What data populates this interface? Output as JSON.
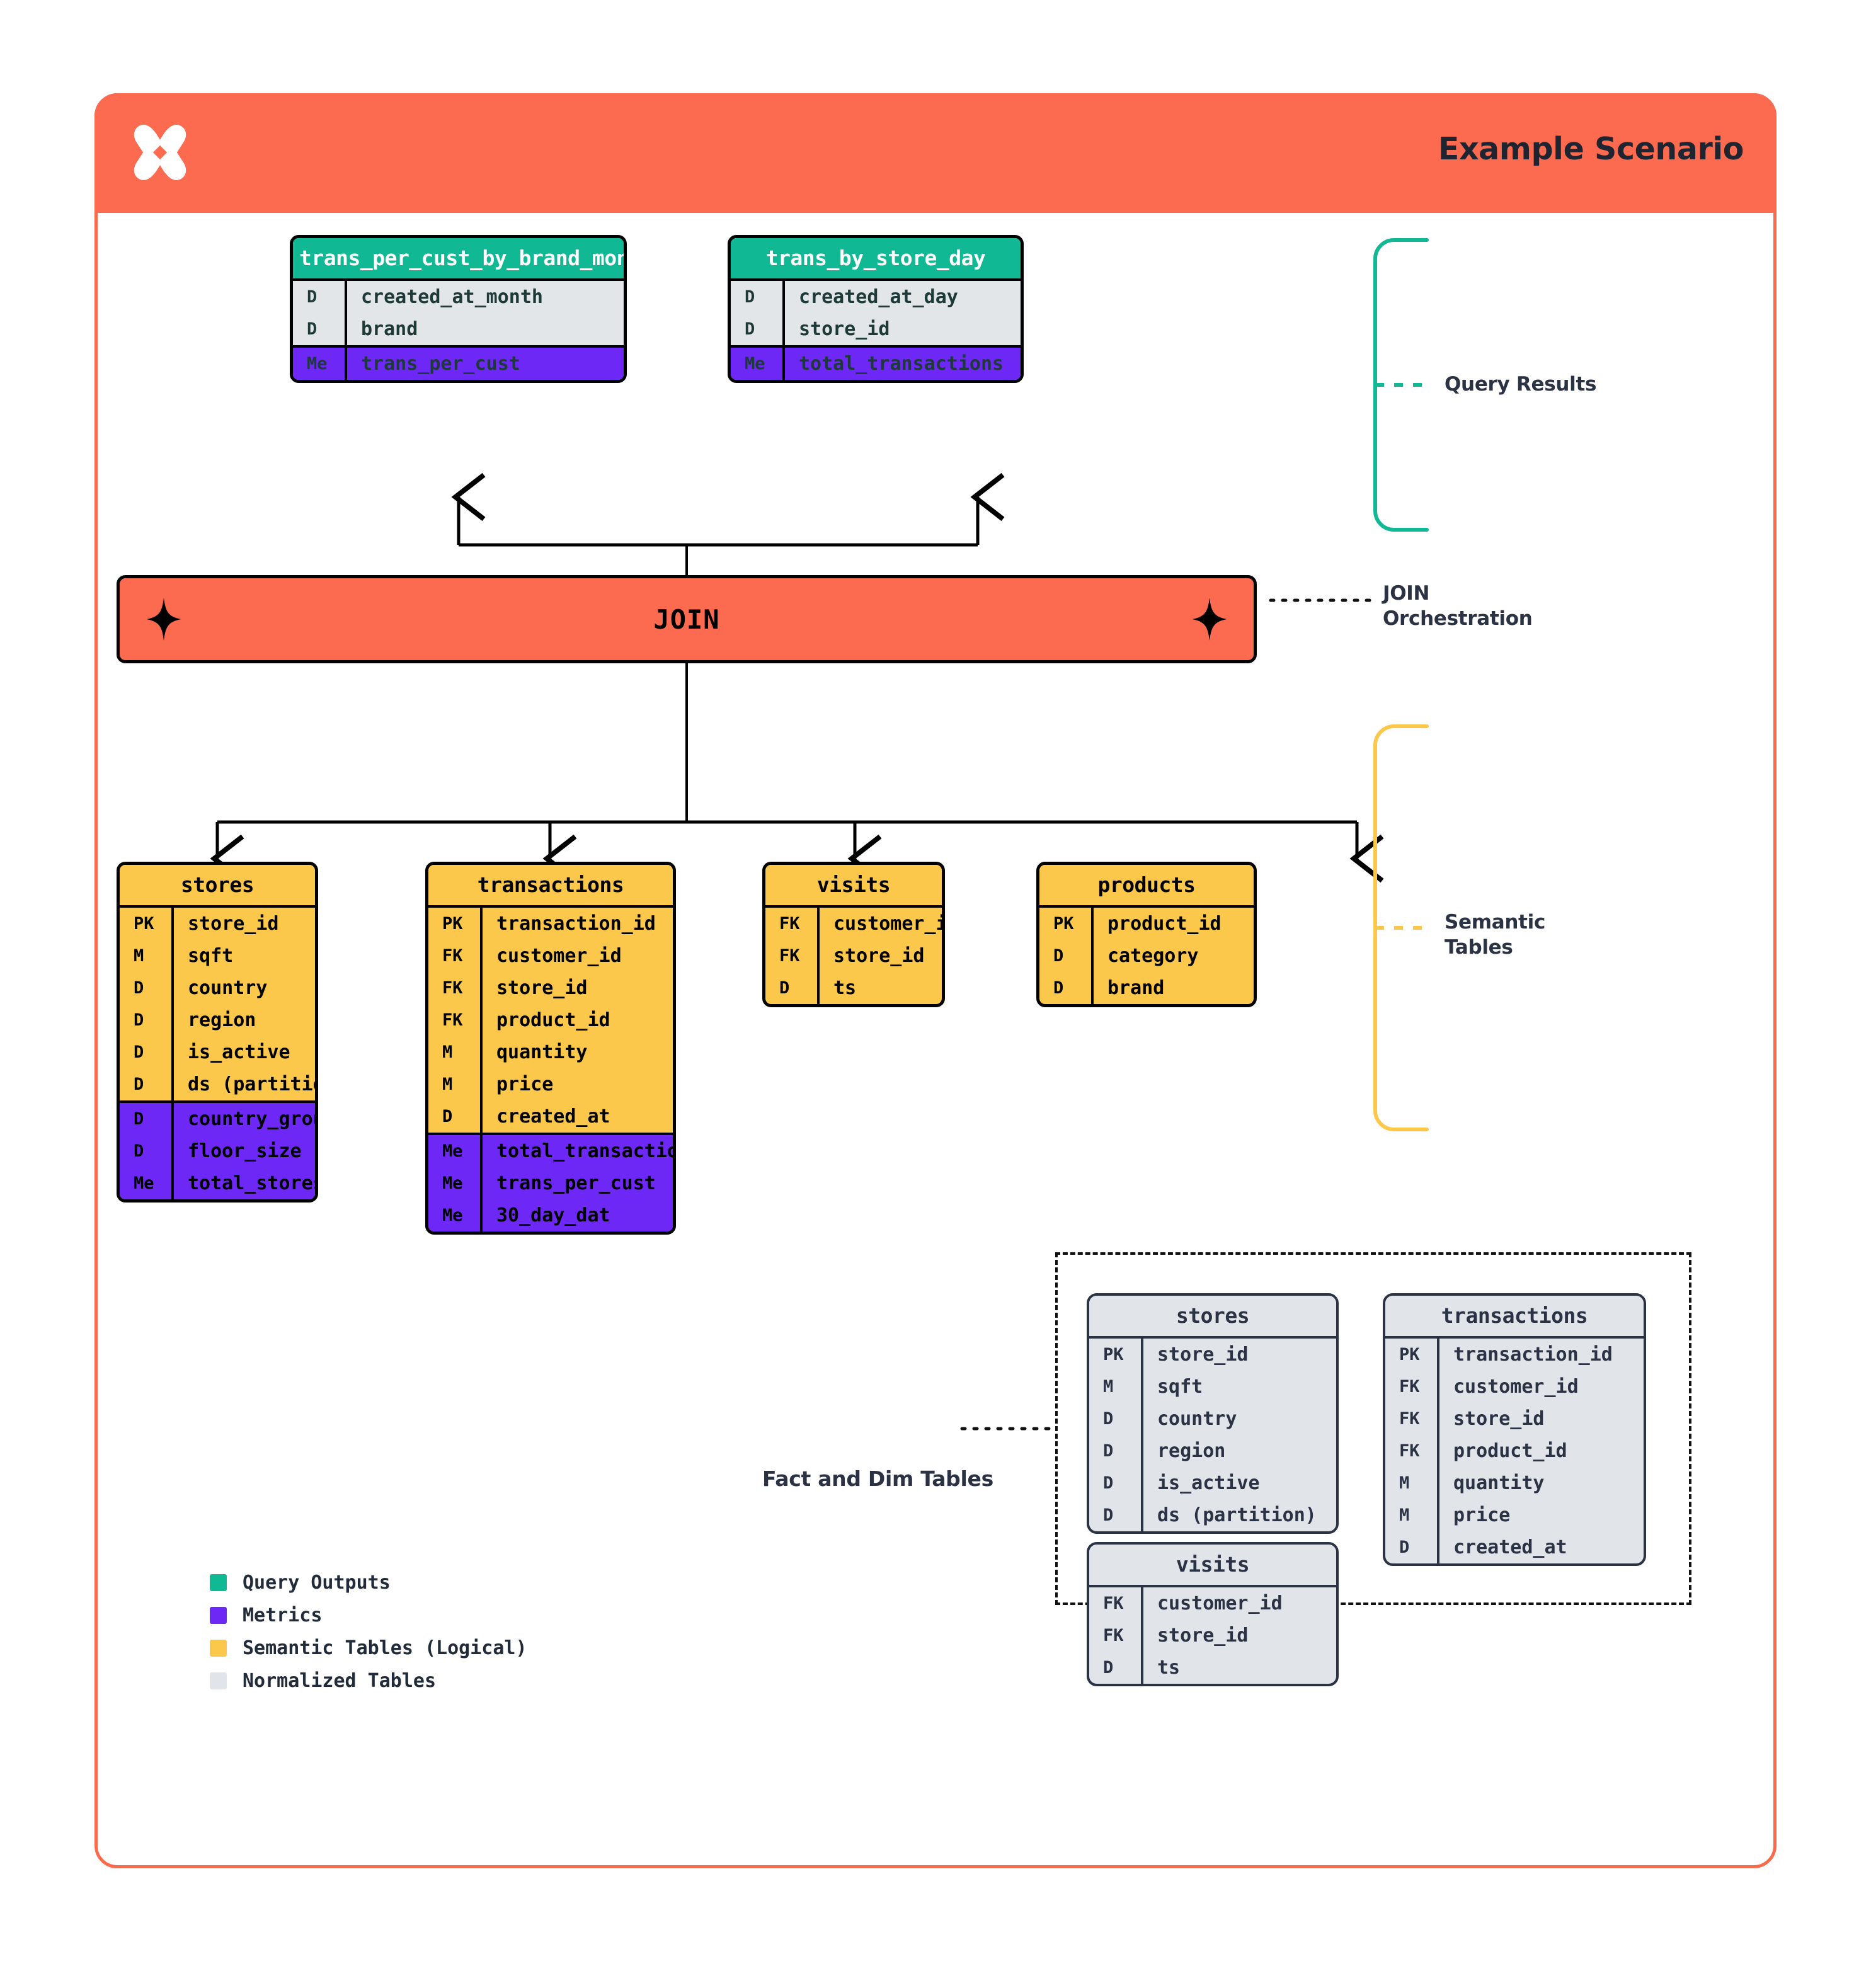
{
  "header": {
    "title": "Example Scenario",
    "logo_icon": "x-star-logo-icon",
    "bg_color": "#FC6A4F"
  },
  "colors": {
    "query_output": "#10B894",
    "metric": "#6D28F5",
    "semantic": "#FBC84B",
    "normalized": "#E1E5EA",
    "accent": "#FC6A4F",
    "ink": "#2B3244"
  },
  "query_results": {
    "bracket_label": "Query Results",
    "tables": [
      {
        "name": "trans_per_cust_by_brand_month",
        "columns": [
          {
            "key": "D",
            "name": "created_at_month"
          },
          {
            "key": "D",
            "name": "brand"
          }
        ],
        "metrics": [
          {
            "key": "Me",
            "name": "trans_per_cust"
          }
        ]
      },
      {
        "name": "trans_by_store_day",
        "columns": [
          {
            "key": "D",
            "name": "created_at_day"
          },
          {
            "key": "D",
            "name": "store_id"
          }
        ],
        "metrics": [
          {
            "key": "Me",
            "name": "total_transactions"
          }
        ]
      }
    ]
  },
  "join": {
    "label": "JOIN",
    "side_label_line1": "JOIN",
    "side_label_line2": "Orchestration",
    "sparkle_icon": "sparkle-icon"
  },
  "semantic_layer": {
    "bracket_label_line1": "Semantic",
    "bracket_label_line2": "Tables",
    "tables": [
      {
        "name": "stores",
        "columns": [
          {
            "key": "PK",
            "name": "store_id"
          },
          {
            "key": "M",
            "name": "sqft"
          },
          {
            "key": "D",
            "name": "country"
          },
          {
            "key": "D",
            "name": "region"
          },
          {
            "key": "D",
            "name": "is_active"
          },
          {
            "key": "D",
            "name": "ds (partition)"
          }
        ],
        "metrics": [
          {
            "key": "D",
            "name": "country_group"
          },
          {
            "key": "D",
            "name": "floor_size"
          },
          {
            "key": "Me",
            "name": "total_stores"
          }
        ]
      },
      {
        "name": "transactions",
        "columns": [
          {
            "key": "PK",
            "name": "transaction_id"
          },
          {
            "key": "FK",
            "name": "customer_id"
          },
          {
            "key": "FK",
            "name": "store_id"
          },
          {
            "key": "FK",
            "name": "product_id"
          },
          {
            "key": "M",
            "name": "quantity"
          },
          {
            "key": "M",
            "name": "price"
          },
          {
            "key": "D",
            "name": "created_at"
          }
        ],
        "metrics": [
          {
            "key": "Me",
            "name": "total_transactions"
          },
          {
            "key": "Me",
            "name": "trans_per_cust"
          },
          {
            "key": "Me",
            "name": "30_day_dat"
          }
        ]
      },
      {
        "name": "visits",
        "columns": [
          {
            "key": "FK",
            "name": "customer_id"
          },
          {
            "key": "FK",
            "name": "store_id"
          },
          {
            "key": "D",
            "name": "ts"
          }
        ],
        "metrics": []
      },
      {
        "name": "products",
        "columns": [
          {
            "key": "PK",
            "name": "product_id"
          },
          {
            "key": "D",
            "name": "category"
          },
          {
            "key": "D",
            "name": "brand"
          }
        ],
        "metrics": []
      }
    ]
  },
  "fact_dim": {
    "label": "Fact and Dim Tables",
    "tables": [
      {
        "name": "stores",
        "columns": [
          {
            "key": "PK",
            "name": "store_id"
          },
          {
            "key": "M",
            "name": "sqft"
          },
          {
            "key": "D",
            "name": "country"
          },
          {
            "key": "D",
            "name": "region"
          },
          {
            "key": "D",
            "name": "is_active"
          },
          {
            "key": "D",
            "name": "ds (partition)"
          }
        ]
      },
      {
        "name": "transactions",
        "columns": [
          {
            "key": "PK",
            "name": "transaction_id"
          },
          {
            "key": "FK",
            "name": "customer_id"
          },
          {
            "key": "FK",
            "name": "store_id"
          },
          {
            "key": "FK",
            "name": "product_id"
          },
          {
            "key": "M",
            "name": "quantity"
          },
          {
            "key": "M",
            "name": "price"
          },
          {
            "key": "D",
            "name": "created_at"
          }
        ]
      },
      {
        "name": "visits",
        "columns": [
          {
            "key": "FK",
            "name": "customer_id"
          },
          {
            "key": "FK",
            "name": "store_id"
          },
          {
            "key": "D",
            "name": "ts"
          }
        ]
      }
    ]
  },
  "legend": {
    "items": [
      {
        "label": "Query Outputs",
        "color": "#10B894"
      },
      {
        "label": "Metrics",
        "color": "#6D28F5"
      },
      {
        "label": "Semantic Tables (Logical)",
        "color": "#FBC84B"
      },
      {
        "label": "Normalized Tables",
        "color": "#E1E5EA"
      }
    ]
  }
}
